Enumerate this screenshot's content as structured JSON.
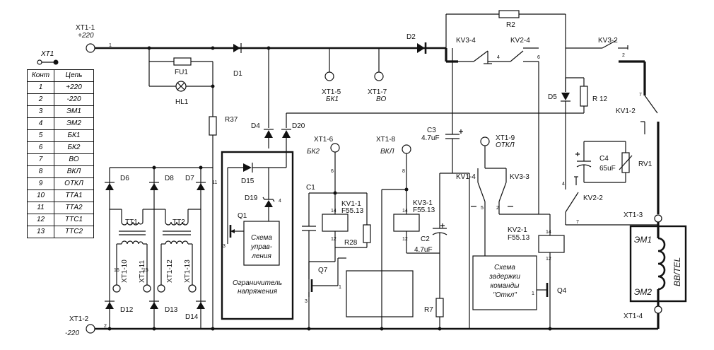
{
  "connector": {
    "name": "XT1",
    "headers": {
      "contact": "Конт",
      "circuit": "Цепь"
    },
    "rows": [
      {
        "contact": "1",
        "circuit": "+220"
      },
      {
        "contact": "2",
        "circuit": "-220"
      },
      {
        "contact": "3",
        "circuit": "ЭМ1"
      },
      {
        "contact": "4",
        "circuit": "ЭМ2"
      },
      {
        "contact": "5",
        "circuit": "БК1"
      },
      {
        "contact": "6",
        "circuit": "БК2"
      },
      {
        "contact": "7",
        "circuit": "ВО"
      },
      {
        "contact": "8",
        "circuit": "ВКЛ"
      },
      {
        "contact": "9",
        "circuit": "ОТКЛ"
      },
      {
        "contact": "10",
        "circuit": "ТТА1"
      },
      {
        "contact": "11",
        "circuit": "ТТА2"
      },
      {
        "contact": "12",
        "circuit": "ТТС1"
      },
      {
        "contact": "13",
        "circuit": "ТТС2"
      }
    ]
  },
  "terminals": {
    "xt1_1": "XT1-1",
    "xt1_1_sig": "+220",
    "xt1_2": "XT1-2",
    "xt1_2_sig": "-220",
    "xt1_3": "XT1-3",
    "xt1_4": "XT1-4",
    "xt1_5": "XT1-5",
    "xt1_5_sig": "БК1",
    "xt1_6": "XT1-6",
    "xt1_6_sig": "БК2",
    "xt1_7": "XT1-7",
    "xt1_7_sig": "ВО",
    "xt1_8": "XT1-8",
    "xt1_8_sig": "ВКЛ",
    "xt1_9": "XT1-9",
    "xt1_9_sig": "ОТКЛ",
    "xt1_10": "XT1-10",
    "xt1_11": "XT1-11",
    "xt1_12": "XT1-12",
    "xt1_13": "XT1-13"
  },
  "components": {
    "d1": "D1",
    "d2": "D2",
    "d4": "D4",
    "d5": "D5",
    "d6": "D6",
    "d7": "D7",
    "d8": "D8",
    "d12": "D12",
    "d13": "D13",
    "d14": "D14",
    "d15": "D15",
    "d19": "D19",
    "d20": "D20",
    "fu1": "FU1",
    "hl1": "HL1",
    "r2": "R2",
    "r7": "R7",
    "r12": "R 12",
    "r28": "R28",
    "r37": "R37",
    "c1": "C1",
    "c2": "C2",
    "c2_val": "4.7uF",
    "c3": "C3",
    "c3_val": "4.7uF",
    "c4": "C4",
    "c4_val": "65uF",
    "rv1": "RV1",
    "q1": "Q1",
    "q4": "Q4",
    "q7": "Q7",
    "tt1": "TT1",
    "tt2": "TT2",
    "kv1_1": "KV1-1",
    "kv1_1_type": "F55.13",
    "kv1_2": "KV1-2",
    "kv1_4": "KV1-4",
    "kv2_1": "KV2-1",
    "kv2_1_type": "F55.13",
    "kv2_2": "KV2-2",
    "kv2_4": "KV2-4",
    "kv3_1": "KV3-1",
    "kv3_1_type": "F55.13",
    "kv3_2": "KV3-2",
    "kv3_3": "KV3-3",
    "kv3_4": "KV3-4"
  },
  "blocks": {
    "control_l1": "Схема",
    "control_l2": "управ-",
    "control_l3": "ления",
    "limiter_l1": "Ограничитель",
    "limiter_l2": "напряжения",
    "delay_l1": "Схема",
    "delay_l2": "задержки",
    "delay_l3": "команды",
    "delay_l4": "\"Откл\""
  },
  "coil": {
    "em1": "ЭМ1",
    "em2": "ЭМ2",
    "name": "ВВ/TEL"
  },
  "pins": {
    "p1": "1",
    "p2": "2",
    "p3": "3",
    "p4": "4",
    "p5": "5",
    "p6": "6",
    "p7": "7",
    "p8": "8",
    "p11": "11",
    "p12": "12",
    "p14": "14",
    "p15": "15",
    "p16": "16"
  }
}
